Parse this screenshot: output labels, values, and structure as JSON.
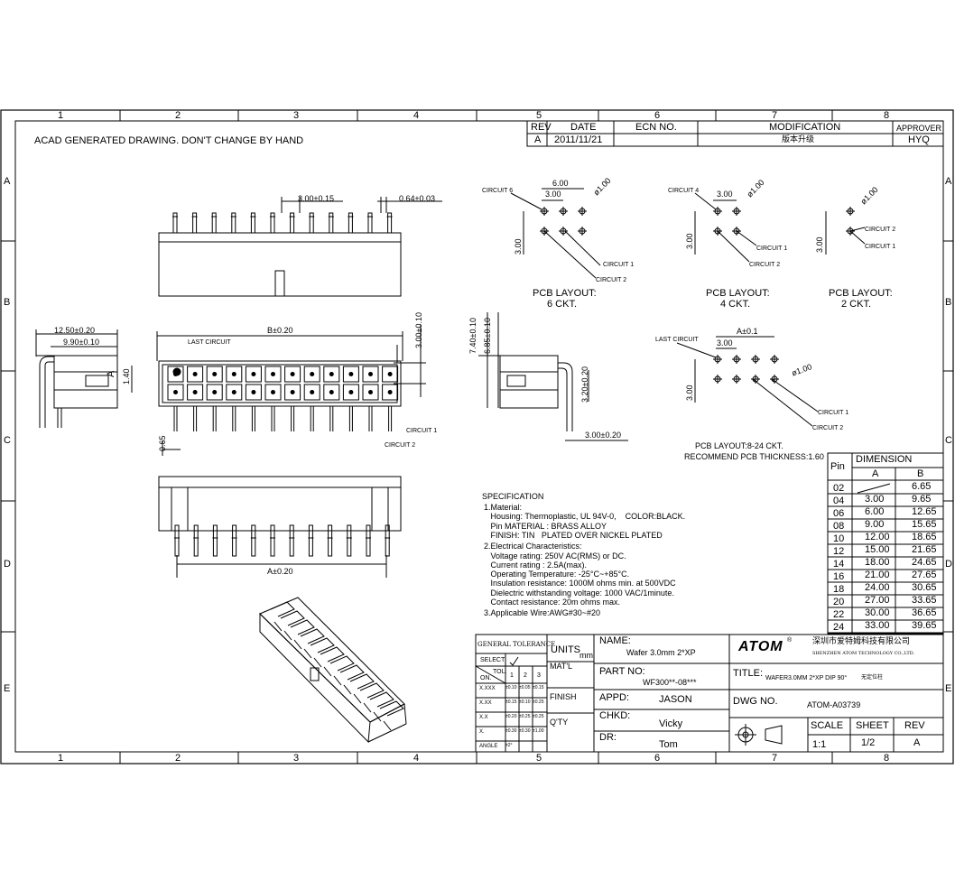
{
  "zones": {
    "cols": [
      "1",
      "2",
      "3",
      "4",
      "5",
      "6",
      "7",
      "8"
    ],
    "rows": [
      "A",
      "B",
      "C",
      "D",
      "E"
    ]
  },
  "note": "ACAD GENERATED DRAWING. DON'T CHANGE BY HAND",
  "revision": {
    "headers": [
      "REV",
      "DATE",
      "ECN NO.",
      "MODIFICATION",
      "APPROVER"
    ],
    "row": [
      "A",
      "2011/11/21",
      "",
      "版本升级",
      "HYQ"
    ]
  },
  "dims": {
    "pitch": "3.00±0.15",
    "pin": "0.64±0.03",
    "b": "B±0.20",
    "a": "A±0.20",
    "h1": "12.50±0.20",
    "h2": "9.90±0.10",
    "d140": "1.40",
    "d300v": "3.00±0.10",
    "d065": "0.65",
    "d740": "7.40±0.10",
    "d685": "6.85±0.10",
    "d320": "3.20±0.20",
    "d300h": "3.00±0.20",
    "last_circuit": "LAST CIRCUIT",
    "circuit1": "CIRCUIT 1",
    "circuit2": "CIRCUIT 2",
    "side_a": "A"
  },
  "pcb": {
    "six": {
      "circuit6": "CIRCUIT 6",
      "c1": "CIRCUIT 1",
      "c2": "CIRCUIT 2",
      "w": "6.00",
      "p": "3.00",
      "d": "ø1.00",
      "v": "3.00",
      "label": "PCB  LAYOUT:",
      "ckt": "6  CKT."
    },
    "four": {
      "circuit4": "CIRCUIT 4",
      "c1": "CIRCUIT 1",
      "c2": "CIRCUIT 2",
      "p": "3.00",
      "d": "ø1.00",
      "v": "3.00",
      "label": "PCB  LAYOUT:",
      "ckt": "4  CKT."
    },
    "two": {
      "c2": "CIRCUIT 2",
      "c1": "CIRCUIT 1",
      "d": "ø1.00",
      "v": "3.00",
      "label": "PCB  LAYOUT:",
      "ckt": "2  CKT."
    },
    "multi": {
      "last": "LAST CIRCUIT",
      "a": "A±0.1",
      "p": "3.00",
      "d": "ø1.00",
      "v": "3.00",
      "c1": "CIRCUIT 1",
      "c2": "CIRCUIT 2",
      "label": "PCB LAYOUT:8-24 CKT.",
      "thickness": "RECOMMEND PCB THICKNESS:1.60"
    }
  },
  "dimension_table": {
    "pin": "Pin",
    "title": "DIMENSION",
    "a": "A",
    "b": "B",
    "rows": [
      [
        "02",
        "",
        "6.65"
      ],
      [
        "04",
        "3.00",
        "9.65"
      ],
      [
        "06",
        "6.00",
        "12.65"
      ],
      [
        "08",
        "9.00",
        "15.65"
      ],
      [
        "10",
        "12.00",
        "18.65"
      ],
      [
        "12",
        "15.00",
        "21.65"
      ],
      [
        "14",
        "18.00",
        "24.65"
      ],
      [
        "16",
        "21.00",
        "27.65"
      ],
      [
        "18",
        "24.00",
        "30.65"
      ],
      [
        "20",
        "27.00",
        "33.65"
      ],
      [
        "22",
        "30.00",
        "36.65"
      ],
      [
        "24",
        "33.00",
        "39.65"
      ]
    ]
  },
  "spec": {
    "title": "SPECIFICATION",
    "lines": [
      "1.Material:",
      "   Housing: Thermoplastic, UL 94V-0,    COLOR:BLACK.",
      "   Pin MATERIAL : BRASS ALLOY",
      "   FINISH: TIN   PLATED OVER NICKEL PLATED",
      "2.Electrical Characteristics:",
      "   Voltage rating: 250V AC(RMS) or DC.",
      "   Current rating : 2.5A(max).",
      "   Operating Temperature: -25°C~+85°C.",
      "   Insulation resistance: 1000M ohms min. at 500VDC",
      "   Dielectric withstanding voltage: 1000 VAC/1minute.",
      "   Contact resistance: 20m ohms max.",
      "3.Applicable Wire:AWG#30~#20"
    ]
  },
  "tolerance": {
    "title": "GENERAL TOLERANCE",
    "select": "SELECT",
    "tol": "TOL.",
    "on": "ON.",
    "cols": [
      "1",
      "2",
      "3"
    ],
    "rows": [
      [
        "X.XXX",
        "±0.10",
        "±0.05",
        "±0.15"
      ],
      [
        "X.XX",
        "±0.15",
        "±0.10",
        "±0.25"
      ],
      [
        "X.X",
        "±0.20",
        "±0.25",
        "±0.25"
      ],
      [
        "X.",
        "±0.30",
        "±0.30",
        "±1.00"
      ],
      [
        "ANGLE",
        "±2°",
        "",
        ""
      ]
    ]
  },
  "title_block": {
    "units": "UNITS",
    "mm": "mm",
    "matl": "MAT'L",
    "finish": "FINISH",
    "qty": "Q'TY",
    "name_label": "NAME:",
    "name": "Wafer 3.0mm 2*XP",
    "part_label": "PART NO:",
    "part": "WF300**-08***",
    "appd_label": "APPD:",
    "appd": "JASON",
    "chkd_label": "CHKD:",
    "chkd": "Vicky",
    "dr_label": "DR:",
    "dr": "Tom",
    "logo": "ATOM",
    "company_cn": "深圳市爱特姆科技有限公司",
    "company_en": "SHENZHEN ATOM TECHNOLOGY CO.,LTD.",
    "title_label": "TITLE:",
    "title": "WAFER3.0MM 2*XP DIP 90°",
    "title_cn": "无定位柱",
    "dwg_label": "DWG NO.",
    "dwg": "ATOM-A03739",
    "scale_label": "SCALE",
    "scale": "1:1",
    "sheet_label": "SHEET",
    "sheet": "1/2",
    "rev_label": "REV",
    "rev": "A"
  }
}
